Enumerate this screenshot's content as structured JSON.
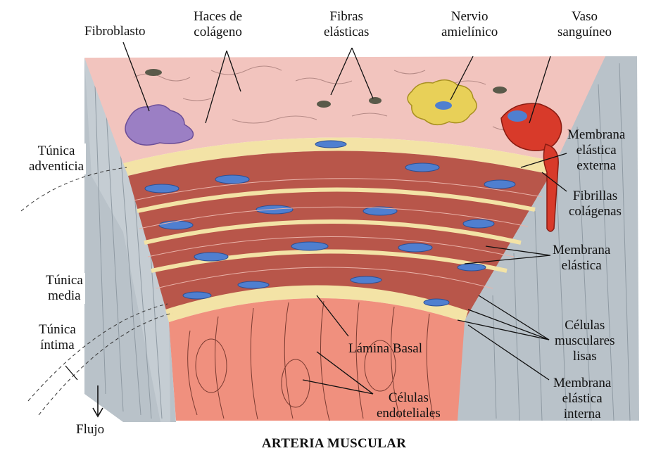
{
  "caption": "ARTERIA MUSCULAR",
  "labels": {
    "fibroblasto": "Fibroblasto",
    "haces": [
      "Haces de",
      "colágeno"
    ],
    "fibras": [
      "Fibras",
      "elásticas"
    ],
    "nervio": [
      "Nervio",
      "amielínico"
    ],
    "vaso": [
      "Vaso",
      "sanguíneo"
    ],
    "tunica_adventicia": [
      "Túnica",
      "adventicia"
    ],
    "membrana_externa": [
      "Membrana",
      "elástica",
      "externa"
    ],
    "fibrillas": [
      "Fibrillas",
      "colágenas"
    ],
    "membrana_elastica": [
      "Membrana",
      "elástica"
    ],
    "tunica_media": [
      "Túnica",
      "media"
    ],
    "tunica_intima": [
      "Túnica",
      "íntima"
    ],
    "celulas_musculares": [
      "Células",
      "musculares",
      "lisas"
    ],
    "lamina_basal": "Lámina Basal",
    "celulas_endoteliales": [
      "Células",
      "endoteliales"
    ],
    "membrana_interna": [
      "Membrana",
      "elástica",
      "interna"
    ],
    "flujo": "Flujo"
  },
  "colors": {
    "adventitia": "#f2c4be",
    "muscle": "#b8564a",
    "nucleus": "#4f7fd0",
    "elastic": "#f3e3a6",
    "endothelium": "#f0907e",
    "side_gray": "#b9c2c9",
    "nerve": "#e8d058",
    "vessel": "#d83a2a",
    "fibroblast": "#9b7fc4"
  }
}
